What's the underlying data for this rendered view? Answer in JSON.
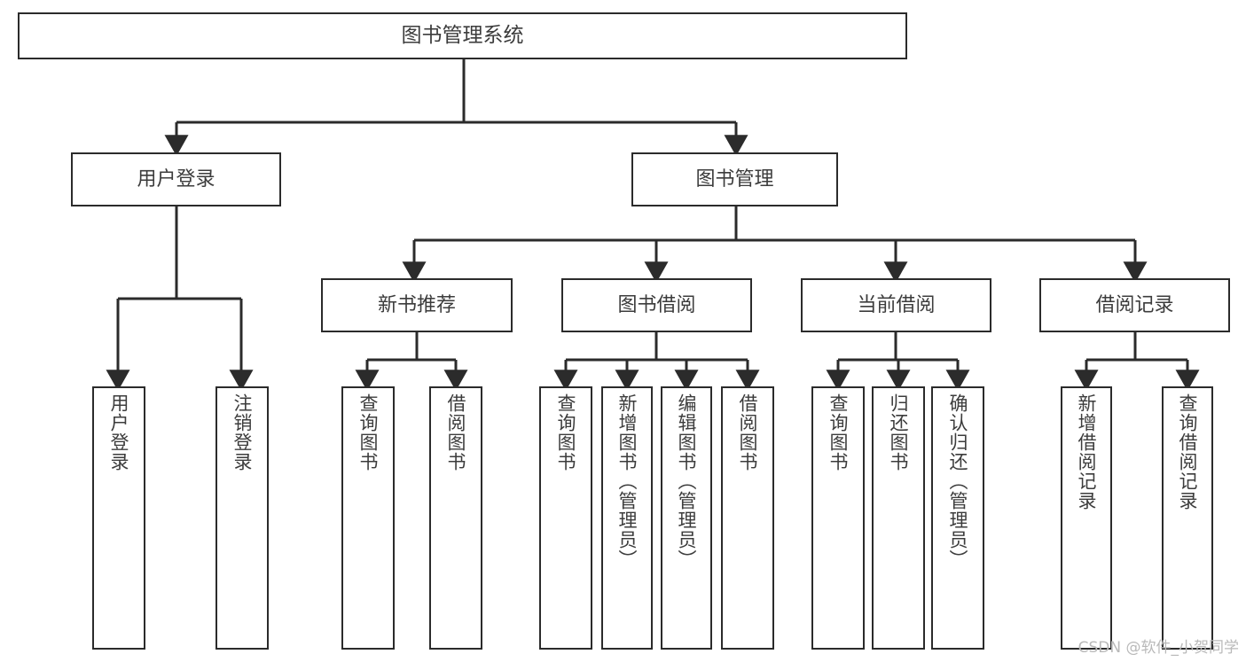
{
  "diagram": {
    "type": "tree-hierarchy",
    "title": "图书管理系统",
    "watermark": "CSDN @软件_小贺同学",
    "colors": {
      "background": "#ffffff",
      "stroke": "#2b2b2b",
      "text": "#3c3c3c",
      "watermark": "#b9b9b9"
    },
    "root": {
      "label": "图书管理系统"
    },
    "level1": [
      {
        "label": "用户登录"
      },
      {
        "label": "图书管理"
      }
    ],
    "level2": [
      {
        "label": "新书推荐"
      },
      {
        "label": "图书借阅"
      },
      {
        "label": "当前借阅"
      },
      {
        "label": "借阅记录"
      }
    ],
    "leaves": [
      {
        "label": "用户登录",
        "parent": "用户登录"
      },
      {
        "label": "注销登录",
        "parent": "用户登录"
      },
      {
        "label": "查询图书",
        "parent": "新书推荐"
      },
      {
        "label": "借阅图书",
        "parent": "新书推荐"
      },
      {
        "label": "查询图书",
        "parent": "图书借阅"
      },
      {
        "label": "新增图书（管理员）",
        "parent": "图书借阅"
      },
      {
        "label": "编辑图书（管理员）",
        "parent": "图书借阅"
      },
      {
        "label": "借阅图书",
        "parent": "图书借阅"
      },
      {
        "label": "查询图书",
        "parent": "当前借阅"
      },
      {
        "label": "归还图书",
        "parent": "当前借阅"
      },
      {
        "label": "确认归还（管理员）",
        "parent": "当前借阅"
      },
      {
        "label": "新增借阅记录",
        "parent": "借阅记录"
      },
      {
        "label": "查询借阅记录",
        "parent": "借阅记录"
      }
    ]
  }
}
